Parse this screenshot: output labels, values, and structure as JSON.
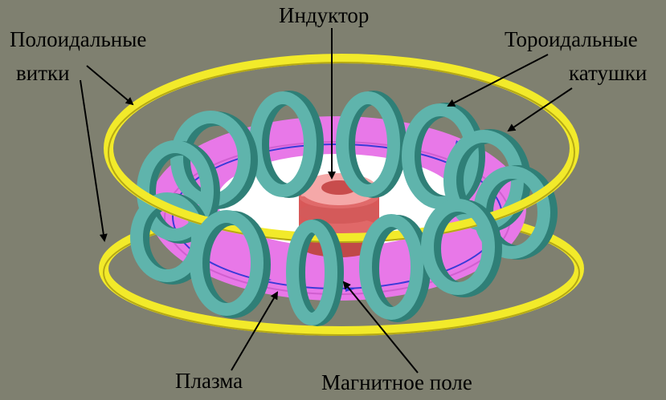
{
  "labels": {
    "inductor": "Индуктор",
    "poloidal_line1": "Полоидальные",
    "poloidal_line2": "витки",
    "toroidal_line1": "Тороидальные",
    "toroidal_line2": "катушки",
    "plasma": "Плазма",
    "magnetic_field": "Магнитное поле"
  },
  "colors": {
    "background": "#7f8070",
    "poloidal_ring": "#f2ea2a",
    "toroidal_coil": "#5fb4ac",
    "toroidal_coil_dark": "#2f7f77",
    "plasma": "#e878e8",
    "inductor": "#e86a6a",
    "field_line": "#3a3ad8"
  }
}
